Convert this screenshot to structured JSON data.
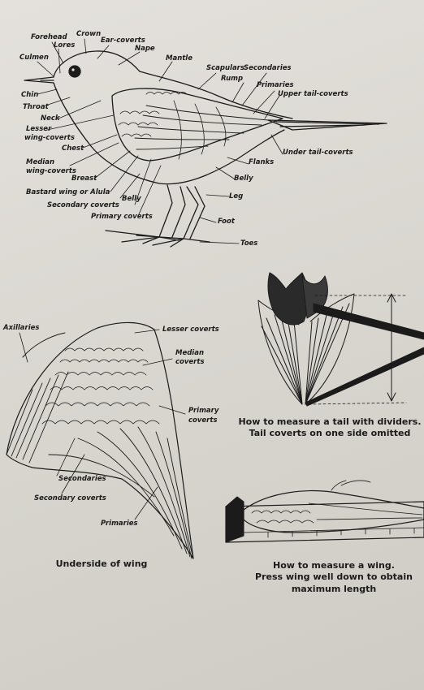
{
  "bird_labels": {
    "forehead": "Forehead",
    "crown": "Crown",
    "lores": "Lores",
    "ear_coverts": "Ear-coverts",
    "culmen": "Culmen",
    "nape": "Nape",
    "mantle": "Mantle",
    "scapulars": "Scapulars",
    "secondaries": "Secondaries",
    "rump": "Rump",
    "primaries": "Primaries",
    "upper_tail_coverts": "Upper tail-coverts",
    "chin": "Chin",
    "throat": "Throat",
    "neck": "Neck",
    "lesser_wing_coverts_1": "Lesser",
    "lesser_wing_coverts_2": "wing-coverts",
    "chest": "Chest",
    "under_tail_coverts": "Under tail-coverts",
    "median_wing_coverts_1": "Median",
    "median_wing_coverts_2": "wing-coverts",
    "breast": "Breast",
    "flanks": "Flanks",
    "belly_right": "Belly",
    "bastard_wing": "Bastard wing or Alula",
    "leg": "Leg",
    "secondary_coverts": "Secondary coverts",
    "belly_lower": "Belly",
    "primary_coverts": "Primary coverts",
    "foot": "Foot",
    "toes": "Toes"
  },
  "wing_labels": {
    "axillaries": "Axillaries",
    "lesser_coverts": "Lesser coverts",
    "median_coverts_1": "Median",
    "median_coverts_2": "coverts",
    "primary_coverts_1": "Primary",
    "primary_coverts_2": "coverts",
    "secondaries": "Secondaries",
    "secondary_coverts": "Secondary coverts",
    "primaries": "Primaries"
  },
  "captions": {
    "underside_wing": "Underside of wing",
    "tail_line1": "How to measure a tail with dividers.",
    "tail_line2": "Tail coverts on one side omitted",
    "wing_line1": "How to measure a wing.",
    "wing_line2": "Press wing well down to obtain",
    "wing_line3": "maximum length"
  },
  "colors": {
    "ink": "#1b1b1b",
    "paper": "#dedbd6"
  }
}
